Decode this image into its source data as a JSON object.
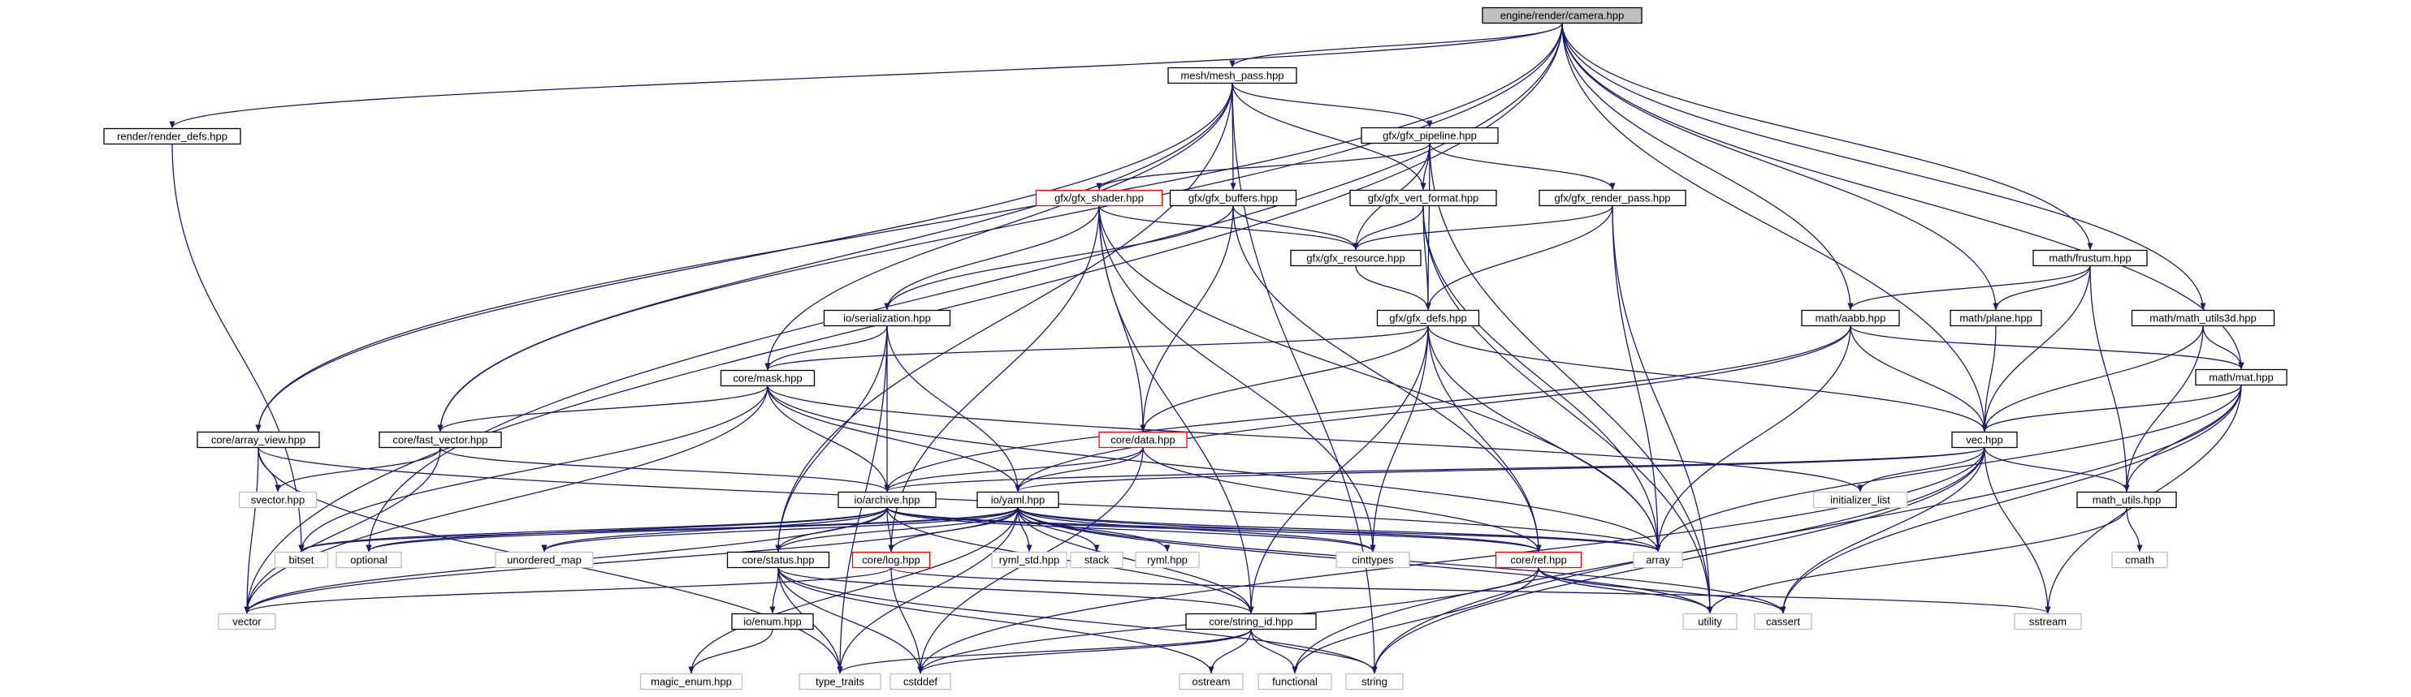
{
  "diagram": {
    "root": "camera_hpp",
    "colors": {
      "edge": "#191970",
      "root_fill": "#bfbfbf",
      "node_border": "#000000",
      "system_border": "#bfbfbf",
      "truncated_border": "#ff0000"
    },
    "nodes": [
      {
        "id": "camera_hpp",
        "label": "engine/render/camera.hpp",
        "style": "root"
      },
      {
        "id": "mesh_pass",
        "label": "mesh/mesh_pass.hpp",
        "style": "normal"
      },
      {
        "id": "render_defs",
        "label": "render/render_defs.hpp",
        "style": "normal"
      },
      {
        "id": "gfx_pipeline",
        "label": "gfx/gfx_pipeline.hpp",
        "style": "normal"
      },
      {
        "id": "gfx_shader",
        "label": "gfx/gfx_shader.hpp",
        "style": "truncated"
      },
      {
        "id": "gfx_buffers",
        "label": "gfx/gfx_buffers.hpp",
        "style": "normal"
      },
      {
        "id": "gfx_vert_format",
        "label": "gfx/gfx_vert_format.hpp",
        "style": "normal"
      },
      {
        "id": "gfx_render_pass",
        "label": "gfx/gfx_render_pass.hpp",
        "style": "normal"
      },
      {
        "id": "gfx_resource",
        "label": "gfx/gfx_resource.hpp",
        "style": "normal"
      },
      {
        "id": "math_frustum",
        "label": "math/frustum.hpp",
        "style": "normal"
      },
      {
        "id": "io_serialization",
        "label": "io/serialization.hpp",
        "style": "normal"
      },
      {
        "id": "gfx_defs",
        "label": "gfx/gfx_defs.hpp",
        "style": "normal"
      },
      {
        "id": "math_aabb",
        "label": "math/aabb.hpp",
        "style": "normal"
      },
      {
        "id": "math_plane",
        "label": "math/plane.hpp",
        "style": "normal"
      },
      {
        "id": "math_utils3d",
        "label": "math/math_utils3d.hpp",
        "style": "normal"
      },
      {
        "id": "core_mask",
        "label": "core/mask.hpp",
        "style": "normal"
      },
      {
        "id": "math_mat",
        "label": "math/mat.hpp",
        "style": "normal"
      },
      {
        "id": "core_array_view",
        "label": "core/array_view.hpp",
        "style": "normal"
      },
      {
        "id": "core_fast_vector",
        "label": "core/fast_vector.hpp",
        "style": "normal"
      },
      {
        "id": "core_data",
        "label": "core/data.hpp",
        "style": "truncated"
      },
      {
        "id": "vec_hpp",
        "label": "vec.hpp",
        "style": "normal"
      },
      {
        "id": "svector",
        "label": "svector.hpp",
        "style": "system"
      },
      {
        "id": "io_archive",
        "label": "io/archive.hpp",
        "style": "normal"
      },
      {
        "id": "io_yaml",
        "label": "io/yaml.hpp",
        "style": "normal"
      },
      {
        "id": "initializer_list",
        "label": "initializer_list",
        "style": "system"
      },
      {
        "id": "math_utils",
        "label": "math_utils.hpp",
        "style": "normal"
      },
      {
        "id": "bitset",
        "label": "bitset",
        "style": "system"
      },
      {
        "id": "optional",
        "label": "optional",
        "style": "system"
      },
      {
        "id": "unordered_map",
        "label": "unordered_map",
        "style": "system"
      },
      {
        "id": "core_status",
        "label": "core/status.hpp",
        "style": "normal"
      },
      {
        "id": "core_log",
        "label": "core/log.hpp",
        "style": "truncated"
      },
      {
        "id": "ryml_std",
        "label": "ryml_std.hpp",
        "style": "system"
      },
      {
        "id": "stack",
        "label": "stack",
        "style": "system"
      },
      {
        "id": "ryml",
        "label": "ryml.hpp",
        "style": "system"
      },
      {
        "id": "cinttypes",
        "label": "cinttypes",
        "style": "system"
      },
      {
        "id": "core_ref",
        "label": "core/ref.hpp",
        "style": "truncated"
      },
      {
        "id": "array",
        "label": "array",
        "style": "system"
      },
      {
        "id": "cmath",
        "label": "cmath",
        "style": "system"
      },
      {
        "id": "vector",
        "label": "vector",
        "style": "system"
      },
      {
        "id": "io_enum",
        "label": "io/enum.hpp",
        "style": "normal"
      },
      {
        "id": "core_string_id",
        "label": "core/string_id.hpp",
        "style": "normal"
      },
      {
        "id": "utility",
        "label": "utility",
        "style": "system"
      },
      {
        "id": "cassert",
        "label": "cassert",
        "style": "system"
      },
      {
        "id": "sstream",
        "label": "sstream",
        "style": "system"
      },
      {
        "id": "magic_enum",
        "label": "magic_enum.hpp",
        "style": "system"
      },
      {
        "id": "type_traits",
        "label": "type_traits",
        "style": "system"
      },
      {
        "id": "cstddef",
        "label": "cstddef",
        "style": "system"
      },
      {
        "id": "ostream",
        "label": "ostream",
        "style": "system"
      },
      {
        "id": "functional",
        "label": "functional",
        "style": "system"
      },
      {
        "id": "string",
        "label": "string",
        "style": "system"
      }
    ],
    "edges": [
      [
        "camera_hpp",
        "mesh_pass"
      ],
      [
        "camera_hpp",
        "render_defs"
      ],
      [
        "camera_hpp",
        "core_array_view"
      ],
      [
        "camera_hpp",
        "core_fast_vector"
      ],
      [
        "camera_hpp",
        "optional"
      ],
      [
        "camera_hpp",
        "vector"
      ],
      [
        "camera_hpp",
        "math_frustum"
      ],
      [
        "camera_hpp",
        "math_aabb"
      ],
      [
        "camera_hpp",
        "math_plane"
      ],
      [
        "camera_hpp",
        "math_utils3d"
      ],
      [
        "camera_hpp",
        "math_mat"
      ],
      [
        "camera_hpp",
        "vec_hpp"
      ],
      [
        "mesh_pass",
        "gfx_pipeline"
      ],
      [
        "mesh_pass",
        "gfx_buffers"
      ],
      [
        "mesh_pass",
        "gfx_vert_format"
      ],
      [
        "mesh_pass",
        "core_mask"
      ],
      [
        "mesh_pass",
        "core_array_view"
      ],
      [
        "mesh_pass",
        "core_fast_vector"
      ],
      [
        "mesh_pass",
        "core_status"
      ],
      [
        "mesh_pass",
        "string"
      ],
      [
        "render_defs",
        "bitset"
      ],
      [
        "gfx_pipeline",
        "gfx_shader"
      ],
      [
        "gfx_pipeline",
        "gfx_vert_format"
      ],
      [
        "gfx_pipeline",
        "gfx_render_pass"
      ],
      [
        "gfx_pipeline",
        "gfx_resource"
      ],
      [
        "gfx_pipeline",
        "gfx_defs"
      ],
      [
        "gfx_pipeline",
        "utility"
      ],
      [
        "gfx_shader",
        "gfx_resource"
      ],
      [
        "gfx_shader",
        "io_serialization"
      ],
      [
        "gfx_shader",
        "core_data"
      ],
      [
        "gfx_shader",
        "array"
      ],
      [
        "gfx_shader",
        "core_log"
      ],
      [
        "gfx_shader",
        "cinttypes"
      ],
      [
        "gfx_shader",
        "core_string_id"
      ],
      [
        "gfx_buffers",
        "gfx_resource"
      ],
      [
        "gfx_buffers",
        "io_serialization"
      ],
      [
        "gfx_buffers",
        "core_data"
      ],
      [
        "gfx_buffers",
        "core_ref"
      ],
      [
        "gfx_vert_format",
        "gfx_resource"
      ],
      [
        "gfx_vert_format",
        "gfx_defs"
      ],
      [
        "gfx_vert_format",
        "array"
      ],
      [
        "gfx_vert_format",
        "utility"
      ],
      [
        "gfx_render_pass",
        "gfx_resource"
      ],
      [
        "gfx_render_pass",
        "gfx_defs"
      ],
      [
        "gfx_render_pass",
        "array"
      ],
      [
        "gfx_render_pass",
        "utility"
      ],
      [
        "gfx_resource",
        "gfx_defs"
      ],
      [
        "math_frustum",
        "math_aabb"
      ],
      [
        "math_frustum",
        "math_plane"
      ],
      [
        "math_frustum",
        "vec_hpp"
      ],
      [
        "math_frustum",
        "math_utils"
      ],
      [
        "io_serialization",
        "core_mask"
      ],
      [
        "io_serialization",
        "io_archive"
      ],
      [
        "io_serialization",
        "io_yaml"
      ],
      [
        "io_serialization",
        "core_status"
      ],
      [
        "io_serialization",
        "type_traits"
      ],
      [
        "gfx_defs",
        "core_mask"
      ],
      [
        "gfx_defs",
        "core_data"
      ],
      [
        "gfx_defs",
        "vec_hpp"
      ],
      [
        "gfx_defs",
        "core_ref"
      ],
      [
        "gfx_defs",
        "array"
      ],
      [
        "gfx_defs",
        "cinttypes"
      ],
      [
        "gfx_defs",
        "core_string_id"
      ],
      [
        "math_aabb",
        "vec_hpp"
      ],
      [
        "math_aabb",
        "math_mat"
      ],
      [
        "math_aabb",
        "io_archive"
      ],
      [
        "math_aabb",
        "io_yaml"
      ],
      [
        "math_aabb",
        "array"
      ],
      [
        "math_plane",
        "vec_hpp"
      ],
      [
        "math_utils3d",
        "math_mat"
      ],
      [
        "math_utils3d",
        "vec_hpp"
      ],
      [
        "math_utils3d",
        "math_utils"
      ],
      [
        "core_mask",
        "core_fast_vector"
      ],
      [
        "core_mask",
        "io_archive"
      ],
      [
        "core_mask",
        "io_yaml"
      ],
      [
        "core_mask",
        "bitset"
      ],
      [
        "core_mask",
        "vector"
      ],
      [
        "core_mask",
        "initializer_list"
      ],
      [
        "core_mask",
        "array"
      ],
      [
        "math_mat",
        "vec_hpp"
      ],
      [
        "math_mat",
        "math_utils"
      ],
      [
        "math_mat",
        "array"
      ],
      [
        "math_mat",
        "cassert"
      ],
      [
        "math_mat",
        "sstream"
      ],
      [
        "math_mat",
        "string"
      ],
      [
        "core_array_view",
        "svector"
      ],
      [
        "core_array_view",
        "vector"
      ],
      [
        "core_array_view",
        "array"
      ],
      [
        "core_array_view",
        "type_traits"
      ],
      [
        "core_fast_vector",
        "svector"
      ],
      [
        "core_fast_vector",
        "io_archive"
      ],
      [
        "core_fast_vector",
        "vector"
      ],
      [
        "core_data",
        "io_archive"
      ],
      [
        "core_data",
        "io_yaml"
      ],
      [
        "core_data",
        "core_ref"
      ],
      [
        "core_data",
        "cstddef"
      ],
      [
        "vec_hpp",
        "io_archive"
      ],
      [
        "vec_hpp",
        "io_yaml"
      ],
      [
        "vec_hpp",
        "initializer_list"
      ],
      [
        "vec_hpp",
        "math_utils"
      ],
      [
        "vec_hpp",
        "cassert"
      ],
      [
        "vec_hpp",
        "sstream"
      ],
      [
        "vec_hpp",
        "string"
      ],
      [
        "vec_hpp",
        "cstddef"
      ],
      [
        "vec_hpp",
        "functional"
      ],
      [
        "io_archive",
        "bitset"
      ],
      [
        "io_archive",
        "optional"
      ],
      [
        "io_archive",
        "unordered_map"
      ],
      [
        "io_archive",
        "core_status"
      ],
      [
        "io_archive",
        "core_log"
      ],
      [
        "io_archive",
        "cinttypes"
      ],
      [
        "io_archive",
        "core_ref"
      ],
      [
        "io_archive",
        "array"
      ],
      [
        "io_archive",
        "vector"
      ],
      [
        "io_archive",
        "core_string_id"
      ],
      [
        "io_yaml",
        "bitset"
      ],
      [
        "io_yaml",
        "optional"
      ],
      [
        "io_yaml",
        "unordered_map"
      ],
      [
        "io_yaml",
        "core_status"
      ],
      [
        "io_yaml",
        "core_log"
      ],
      [
        "io_yaml",
        "ryml_std"
      ],
      [
        "io_yaml",
        "stack"
      ],
      [
        "io_yaml",
        "ryml"
      ],
      [
        "io_yaml",
        "cinttypes"
      ],
      [
        "io_yaml",
        "core_ref"
      ],
      [
        "io_yaml",
        "array"
      ],
      [
        "io_yaml",
        "vector"
      ],
      [
        "io_yaml",
        "core_string_id"
      ],
      [
        "io_yaml",
        "magic_enum"
      ],
      [
        "io_yaml",
        "type_traits"
      ],
      [
        "io_yaml",
        "utility"
      ],
      [
        "io_yaml",
        "cassert"
      ],
      [
        "math_utils",
        "cmath"
      ],
      [
        "math_utils",
        "utility"
      ],
      [
        "core_status",
        "io_enum"
      ],
      [
        "core_status",
        "core_string_id"
      ],
      [
        "core_status",
        "type_traits"
      ],
      [
        "core_status",
        "cstddef"
      ],
      [
        "core_status",
        "ostream"
      ],
      [
        "core_status",
        "string"
      ],
      [
        "core_log",
        "vector"
      ],
      [
        "core_log",
        "sstream"
      ],
      [
        "core_log",
        "cstddef"
      ],
      [
        "core_ref",
        "utility"
      ],
      [
        "core_ref",
        "cassert"
      ],
      [
        "core_ref",
        "cstddef"
      ],
      [
        "core_ref",
        "functional"
      ],
      [
        "io_enum",
        "magic_enum"
      ],
      [
        "core_string_id",
        "type_traits"
      ],
      [
        "core_string_id",
        "cstddef"
      ],
      [
        "core_string_id",
        "ostream"
      ],
      [
        "core_string_id",
        "functional"
      ],
      [
        "core_string_id",
        "string"
      ]
    ]
  }
}
